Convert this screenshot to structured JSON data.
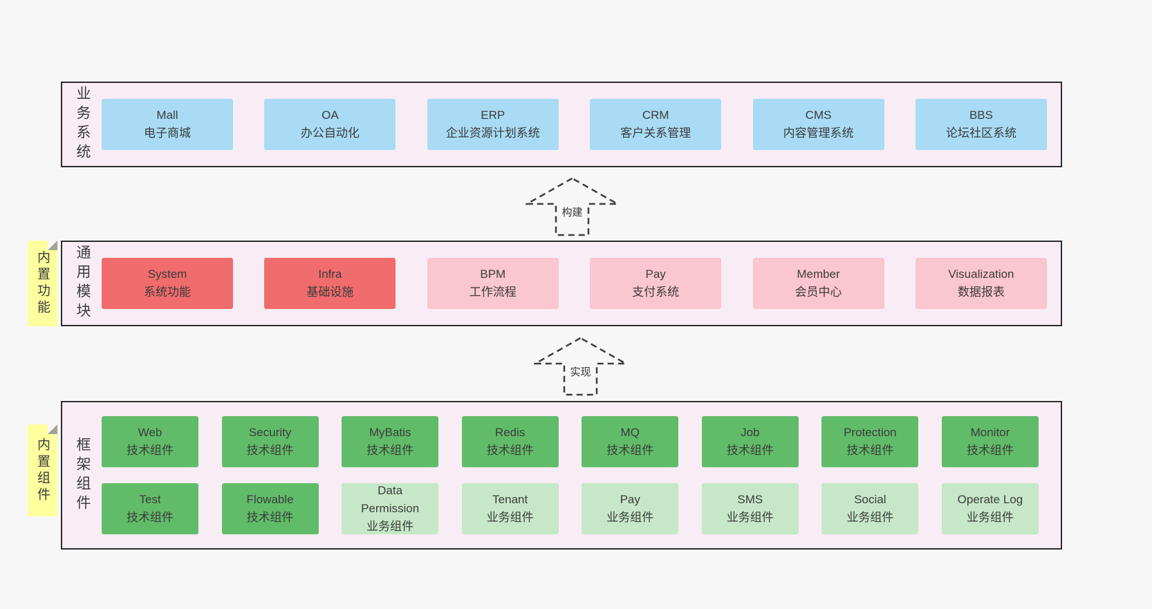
{
  "layers": [
    {
      "label": "业务系统",
      "boxes": [
        {
          "title": "Mall",
          "subtitle": "电子商城"
        },
        {
          "title": "OA",
          "subtitle": "办公自动化"
        },
        {
          "title": "ERP",
          "subtitle": "企业资源计划系统"
        },
        {
          "title": "CRM",
          "subtitle": "客户关系管理"
        },
        {
          "title": "CMS",
          "subtitle": "内容管理系统"
        },
        {
          "title": "BBS",
          "subtitle": "论坛社区系统"
        }
      ]
    },
    {
      "label": "通用模块",
      "tag": "内置功能",
      "boxes": [
        {
          "title": "System",
          "subtitle": "系统功能"
        },
        {
          "title": "Infra",
          "subtitle": "基础设施"
        },
        {
          "title": "BPM",
          "subtitle": "工作流程"
        },
        {
          "title": "Pay",
          "subtitle": "支付系统"
        },
        {
          "title": "Member",
          "subtitle": "会员中心"
        },
        {
          "title": "Visualization",
          "subtitle": "数据报表"
        }
      ]
    },
    {
      "label": "框架组件",
      "tag": "内置组件",
      "rows": [
        [
          {
            "title": "Web",
            "subtitle": "技术组件"
          },
          {
            "title": "Security",
            "subtitle": "技术组件"
          },
          {
            "title": "MyBatis",
            "subtitle": "技术组件"
          },
          {
            "title": "Redis",
            "subtitle": "技术组件"
          },
          {
            "title": "MQ",
            "subtitle": "技术组件"
          },
          {
            "title": "Job",
            "subtitle": "技术组件"
          },
          {
            "title": "Protection",
            "subtitle": "技术组件"
          },
          {
            "title": "Monitor",
            "subtitle": "技术组件"
          }
        ],
        [
          {
            "title": "Test",
            "subtitle": "技术组件"
          },
          {
            "title": "Flowable",
            "subtitle": "技术组件"
          },
          {
            "title": "Data Permission",
            "subtitle": "业务组件"
          },
          {
            "title": "Tenant",
            "subtitle": "业务组件"
          },
          {
            "title": "Pay",
            "subtitle": "业务组件"
          },
          {
            "title": "SMS",
            "subtitle": "业务组件"
          },
          {
            "title": "Social",
            "subtitle": "业务组件"
          },
          {
            "title": "Operate Log",
            "subtitle": "业务组件"
          }
        ]
      ]
    }
  ],
  "arrows": [
    {
      "label": "构建"
    },
    {
      "label": "实现"
    }
  ],
  "colors": {
    "page_bg": "#f7f7f7",
    "layer_bg": "#f8edf5",
    "layer_border": "#2e2e2e",
    "blue_box": "#a9dbf5",
    "red_box": "#f16c6c",
    "pink_box": "#fac6cf",
    "green_box": "#61bc69",
    "light_green_box": "#c6e8c8",
    "tag_yellow": "#fdff9e",
    "text": "#3b3b3b"
  }
}
